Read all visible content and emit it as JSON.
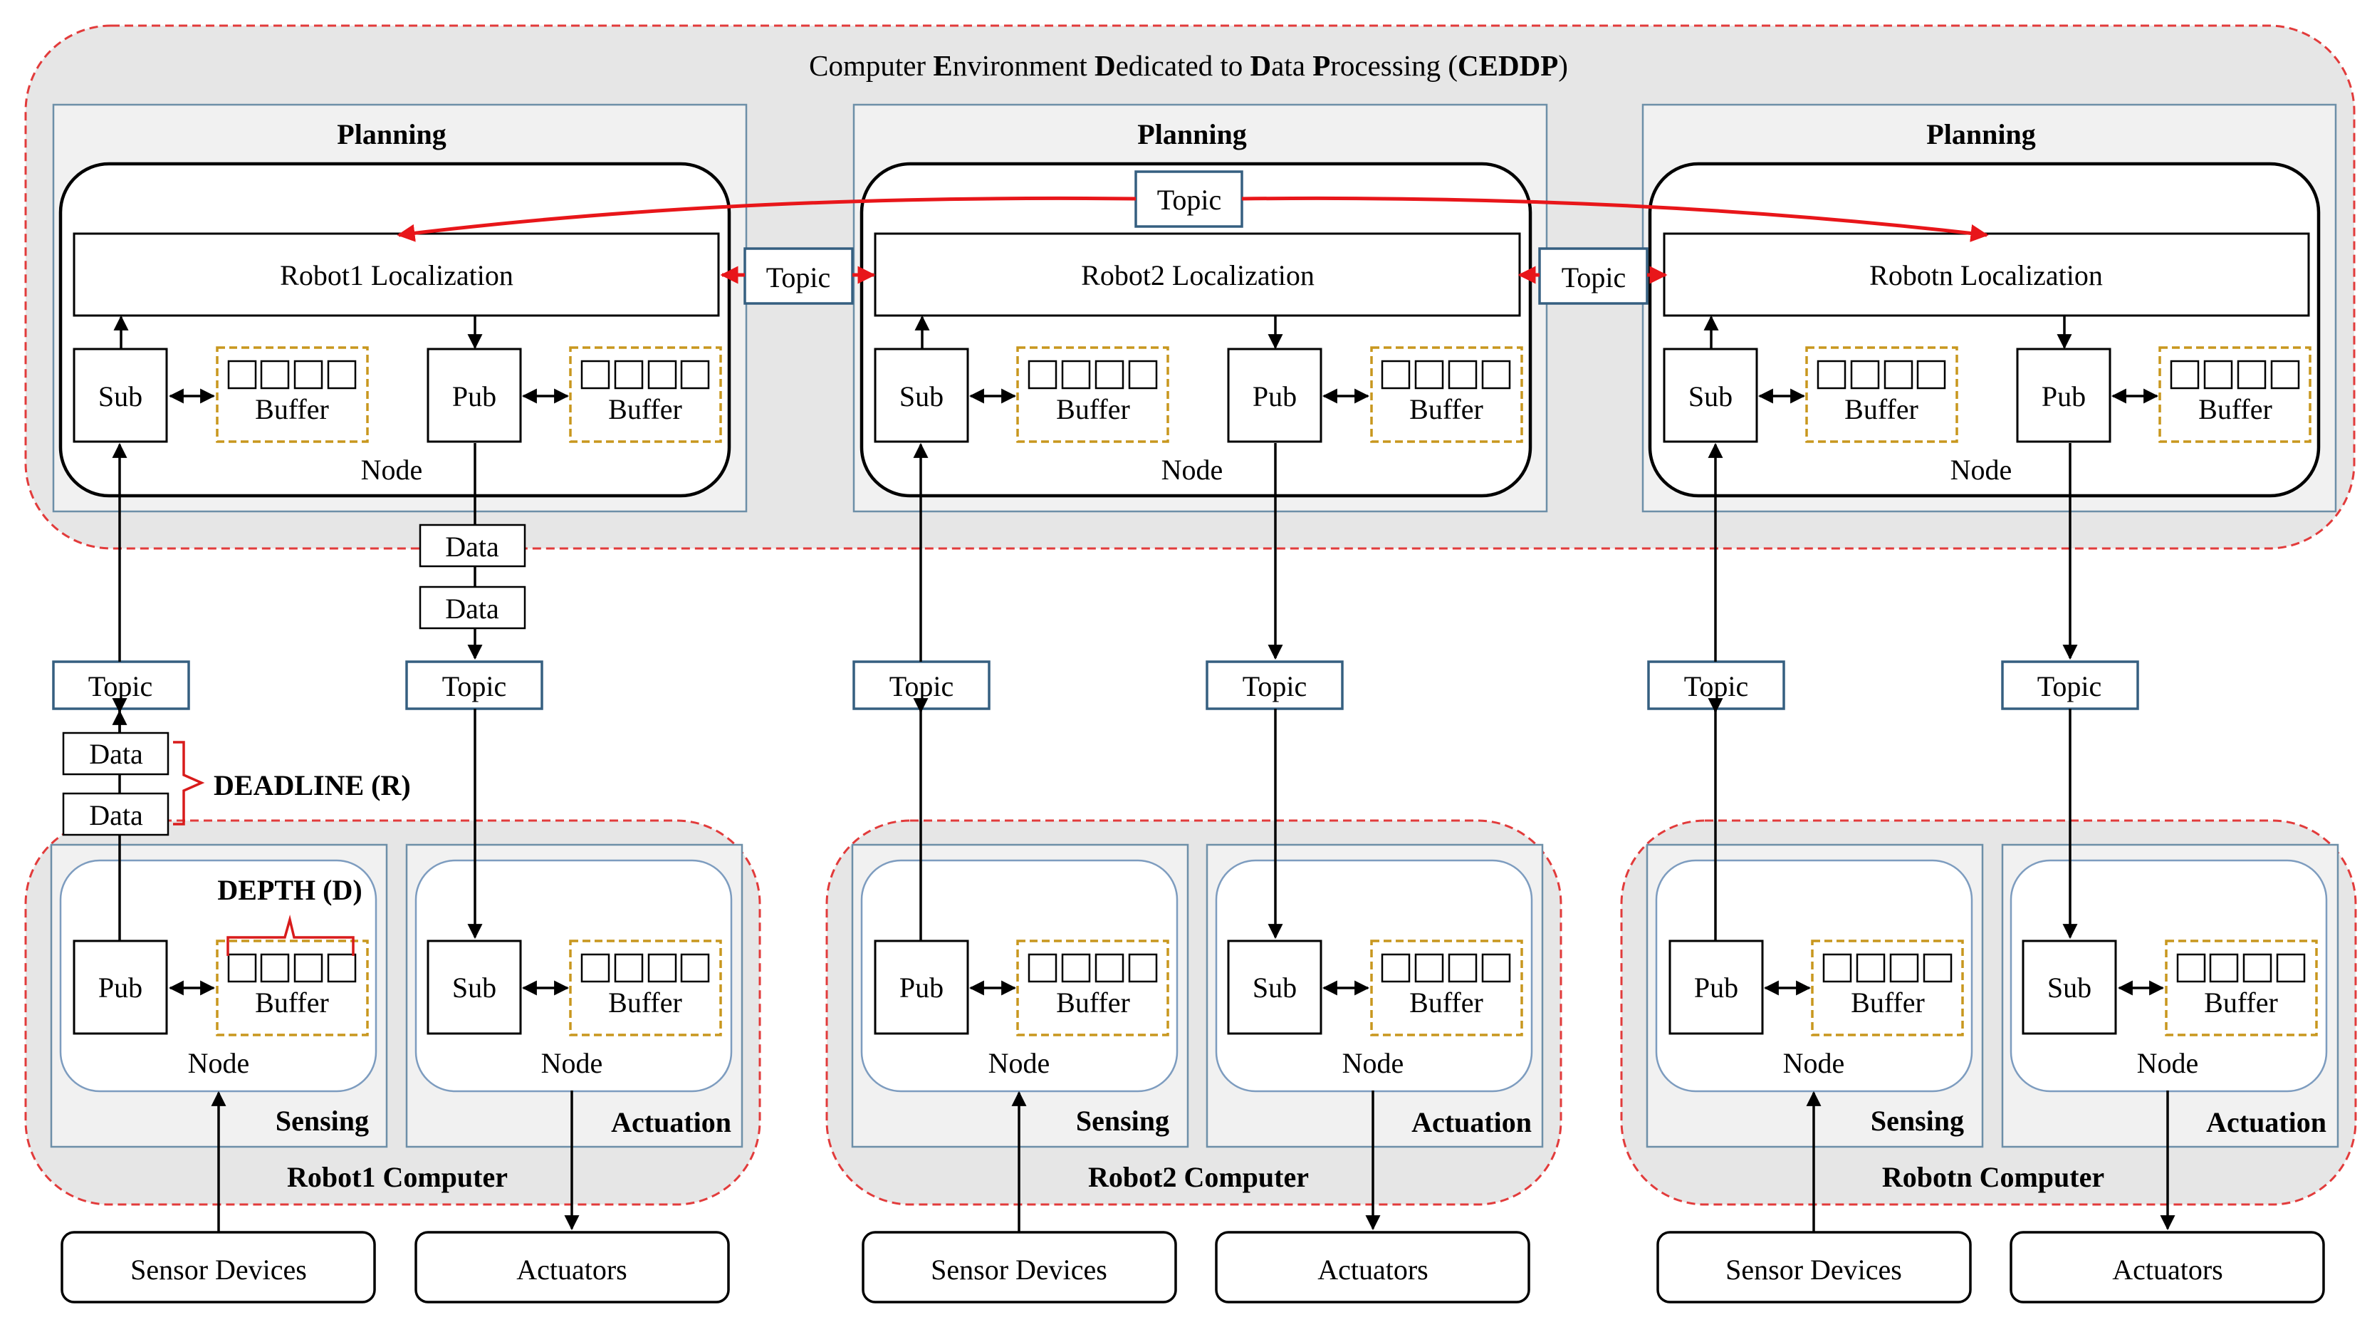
{
  "title": {
    "parts": [
      {
        "text": "Computer ",
        "bold": false
      },
      {
        "text": "E",
        "bold": true
      },
      {
        "text": "nvironment ",
        "bold": false
      },
      {
        "text": "D",
        "bold": true
      },
      {
        "text": "edicated to ",
        "bold": false
      },
      {
        "text": "D",
        "bold": true
      },
      {
        "text": "ata ",
        "bold": false
      },
      {
        "text": "P",
        "bold": true
      },
      {
        "text": "rocessing (",
        "bold": false
      },
      {
        "text": "CEDDP",
        "bold": true
      },
      {
        "text": ")",
        "bold": false
      }
    ]
  },
  "labels": {
    "planning": "Planning",
    "node": "Node",
    "sub": "Sub",
    "pub": "Pub",
    "buffer": "Buffer",
    "topic": "Topic",
    "data": "Data",
    "sensing": "Sensing",
    "actuation": "Actuation",
    "sensor_devices": "Sensor Devices",
    "actuators": "Actuators"
  },
  "annotations": {
    "deadline": "DEADLINE (R)",
    "depth": "DEPTH (D)"
  },
  "robots": [
    {
      "localization": "Robot1 Localization",
      "computer": "Robot1 Computer"
    },
    {
      "localization": "Robot2 Localization",
      "computer": "Robot2 Computer"
    },
    {
      "localization": "Robotn Localization",
      "computer": "Robotn Computer"
    }
  ],
  "colors": {
    "ceddp_border": "#e23b3b",
    "topic_border": "#355f80",
    "buffer_border": "#c8971e",
    "red_link": "#e8161a",
    "zone_fill": "#e6e6e6"
  }
}
